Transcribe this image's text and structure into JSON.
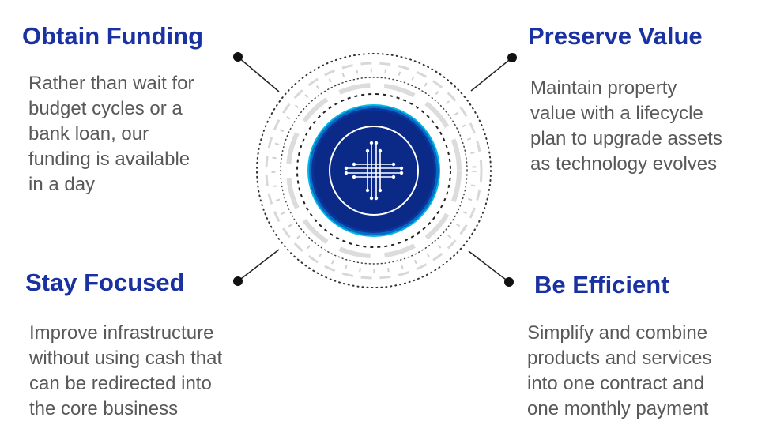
{
  "colors": {
    "title": "#1a31a1",
    "text": "#595959",
    "hub_outer": "#00b7e8",
    "hub_inner": "#0b2a87",
    "connector": "#222222",
    "ring_dots": "#333333",
    "ring_light": "#d6d6d6"
  },
  "center": {
    "icon": "circuit-cross-icon"
  },
  "quadrants": [
    {
      "id": "obtain-funding",
      "title": "Obtain Funding",
      "lines": [
        "Rather than wait for",
        "budget cycles or a",
        "bank loan, our",
        "funding is available",
        "in a day"
      ]
    },
    {
      "id": "preserve-value",
      "title": "Preserve Value",
      "lines": [
        "Maintain property",
        "value with a lifecycle",
        "plan to upgrade assets",
        "as technology evolves"
      ]
    },
    {
      "id": "stay-focused",
      "title": "Stay Focused",
      "lines": [
        "Improve infrastructure",
        "without using cash that",
        "can be redirected into",
        "the core business"
      ]
    },
    {
      "id": "be-efficient",
      "title": "Be Efficient",
      "lines": [
        "Simplify and combine",
        "products and services",
        "into one contract and",
        "one monthly payment"
      ]
    }
  ]
}
